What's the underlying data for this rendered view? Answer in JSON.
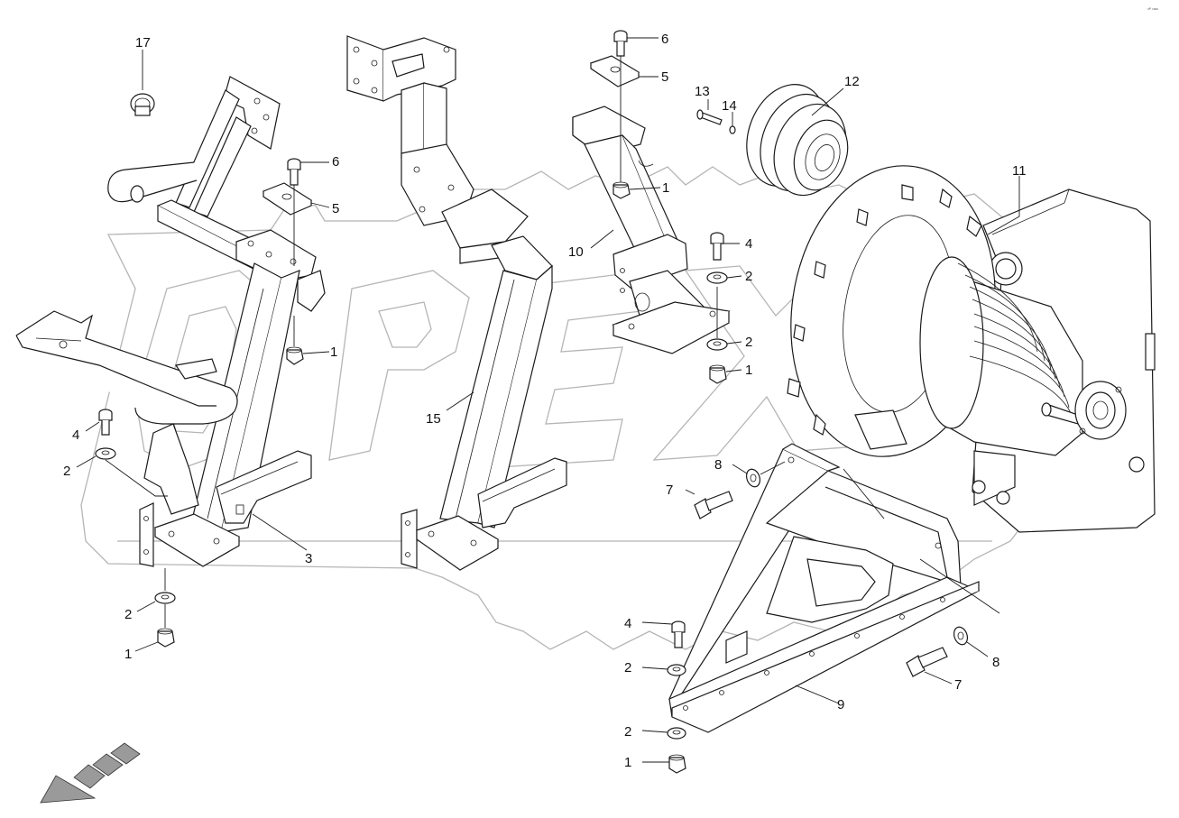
{
  "corner_mark": "ᵒᴾ ʳᵉᵉˢ",
  "callouts": [
    {
      "id": "c17",
      "text": "17"
    },
    {
      "id": "c6a",
      "text": "6"
    },
    {
      "id": "c5a",
      "text": "5"
    },
    {
      "id": "c1a",
      "text": "1"
    },
    {
      "id": "c4a",
      "text": "4"
    },
    {
      "id": "c2a",
      "text": "2"
    },
    {
      "id": "c3",
      "text": "3"
    },
    {
      "id": "c2b",
      "text": "2"
    },
    {
      "id": "c1b",
      "text": "1"
    },
    {
      "id": "c15",
      "text": "15"
    },
    {
      "id": "c6b",
      "text": "6"
    },
    {
      "id": "c5b",
      "text": "5"
    },
    {
      "id": "c1c",
      "text": "1"
    },
    {
      "id": "c10",
      "text": "10"
    },
    {
      "id": "c4b",
      "text": "4"
    },
    {
      "id": "c2c",
      "text": "2"
    },
    {
      "id": "c2d",
      "text": "2"
    },
    {
      "id": "c1d",
      "text": "1"
    },
    {
      "id": "c13",
      "text": "13"
    },
    {
      "id": "c14",
      "text": "14"
    },
    {
      "id": "c12",
      "text": "12"
    },
    {
      "id": "c11",
      "text": "11"
    },
    {
      "id": "c8a",
      "text": "8"
    },
    {
      "id": "c7a",
      "text": "7"
    },
    {
      "id": "c4c",
      "text": "4"
    },
    {
      "id": "c2e",
      "text": "2"
    },
    {
      "id": "c2f",
      "text": "2"
    },
    {
      "id": "c1e",
      "text": "1"
    },
    {
      "id": "c9",
      "text": "9"
    },
    {
      "id": "c7b",
      "text": "7"
    },
    {
      "id": "c8b",
      "text": "8"
    }
  ],
  "icons": {
    "direction_arrow": "direction-arrow-icon",
    "watermark": "brand-watermark-icon"
  },
  "colors": {
    "line": "#1a1a1a",
    "watermark": "#b5b5b5",
    "arrow_fill": "#9a9a9a",
    "background": "#ffffff"
  }
}
